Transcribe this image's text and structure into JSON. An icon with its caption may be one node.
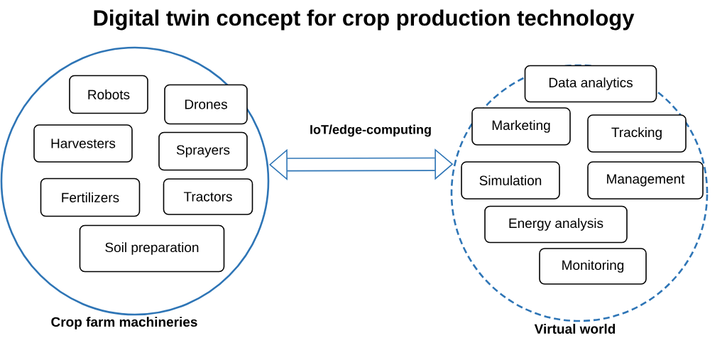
{
  "diagram": {
    "title": "Digital twin concept for crop production technology",
    "nodes": [
      {
        "text": [
          "Crop farm machineries"
        ]
      },
      {
        "text": [
          "Robots"
        ],
        "in": 0
      },
      {
        "text": [
          "Drones"
        ],
        "in": 0
      },
      {
        "text": [
          "Harvesters"
        ],
        "in": 0
      },
      {
        "text": [
          "Sprayers"
        ],
        "in": 0
      },
      {
        "text": [
          "Fertilizers"
        ],
        "in": 0
      },
      {
        "text": [
          "Tractors"
        ],
        "in": 0
      },
      {
        "text": [
          "Soil preparation"
        ],
        "in": 0
      },
      {
        "text": [
          "Virtual world"
        ]
      },
      {
        "text": [
          "Data analytics"
        ],
        "in": 8
      },
      {
        "text": [
          "Marketing"
        ],
        "in": 8
      },
      {
        "text": [
          "Tracking"
        ],
        "in": 8
      },
      {
        "text": [
          "Simulation"
        ],
        "in": 8
      },
      {
        "text": [
          "Management"
        ],
        "in": 8
      },
      {
        "text": [
          "Energy analysis"
        ],
        "in": 8
      },
      {
        "text": [
          "Monitoring"
        ],
        "in": 8
      }
    ],
    "edges": [
      {
        "from": 0,
        "to": 8,
        "arrow": "both",
        "label": "IoT/edge-computing"
      }
    ]
  }
}
